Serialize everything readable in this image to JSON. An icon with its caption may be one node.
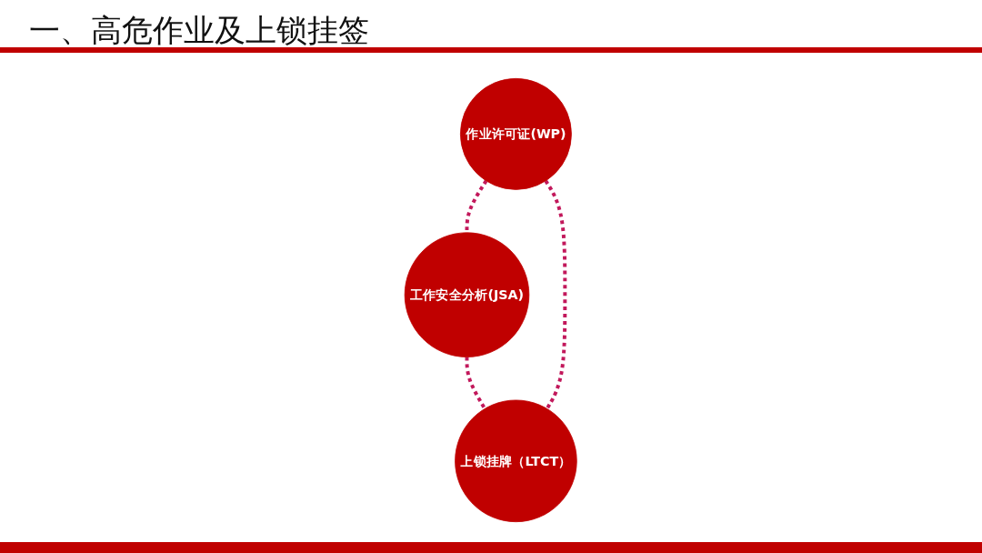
{
  "diagram": {
    "title": "一、高危作业及上锁挂签",
    "nodes": [
      {
        "text": [
          "作业许可证(WP)"
        ]
      },
      {
        "text": [
          "工作安全分析(JSA)"
        ]
      },
      {
        "text": [
          "上锁挂牌（LTCT）"
        ]
      }
    ],
    "edges": [
      {
        "from": 0,
        "to": 1,
        "arrow": "none",
        "style": "dashed"
      },
      {
        "from": 1,
        "to": 2,
        "arrow": "none",
        "style": "dashed"
      },
      {
        "from": 0,
        "to": 2,
        "arrow": "none",
        "style": "dashed"
      }
    ]
  }
}
